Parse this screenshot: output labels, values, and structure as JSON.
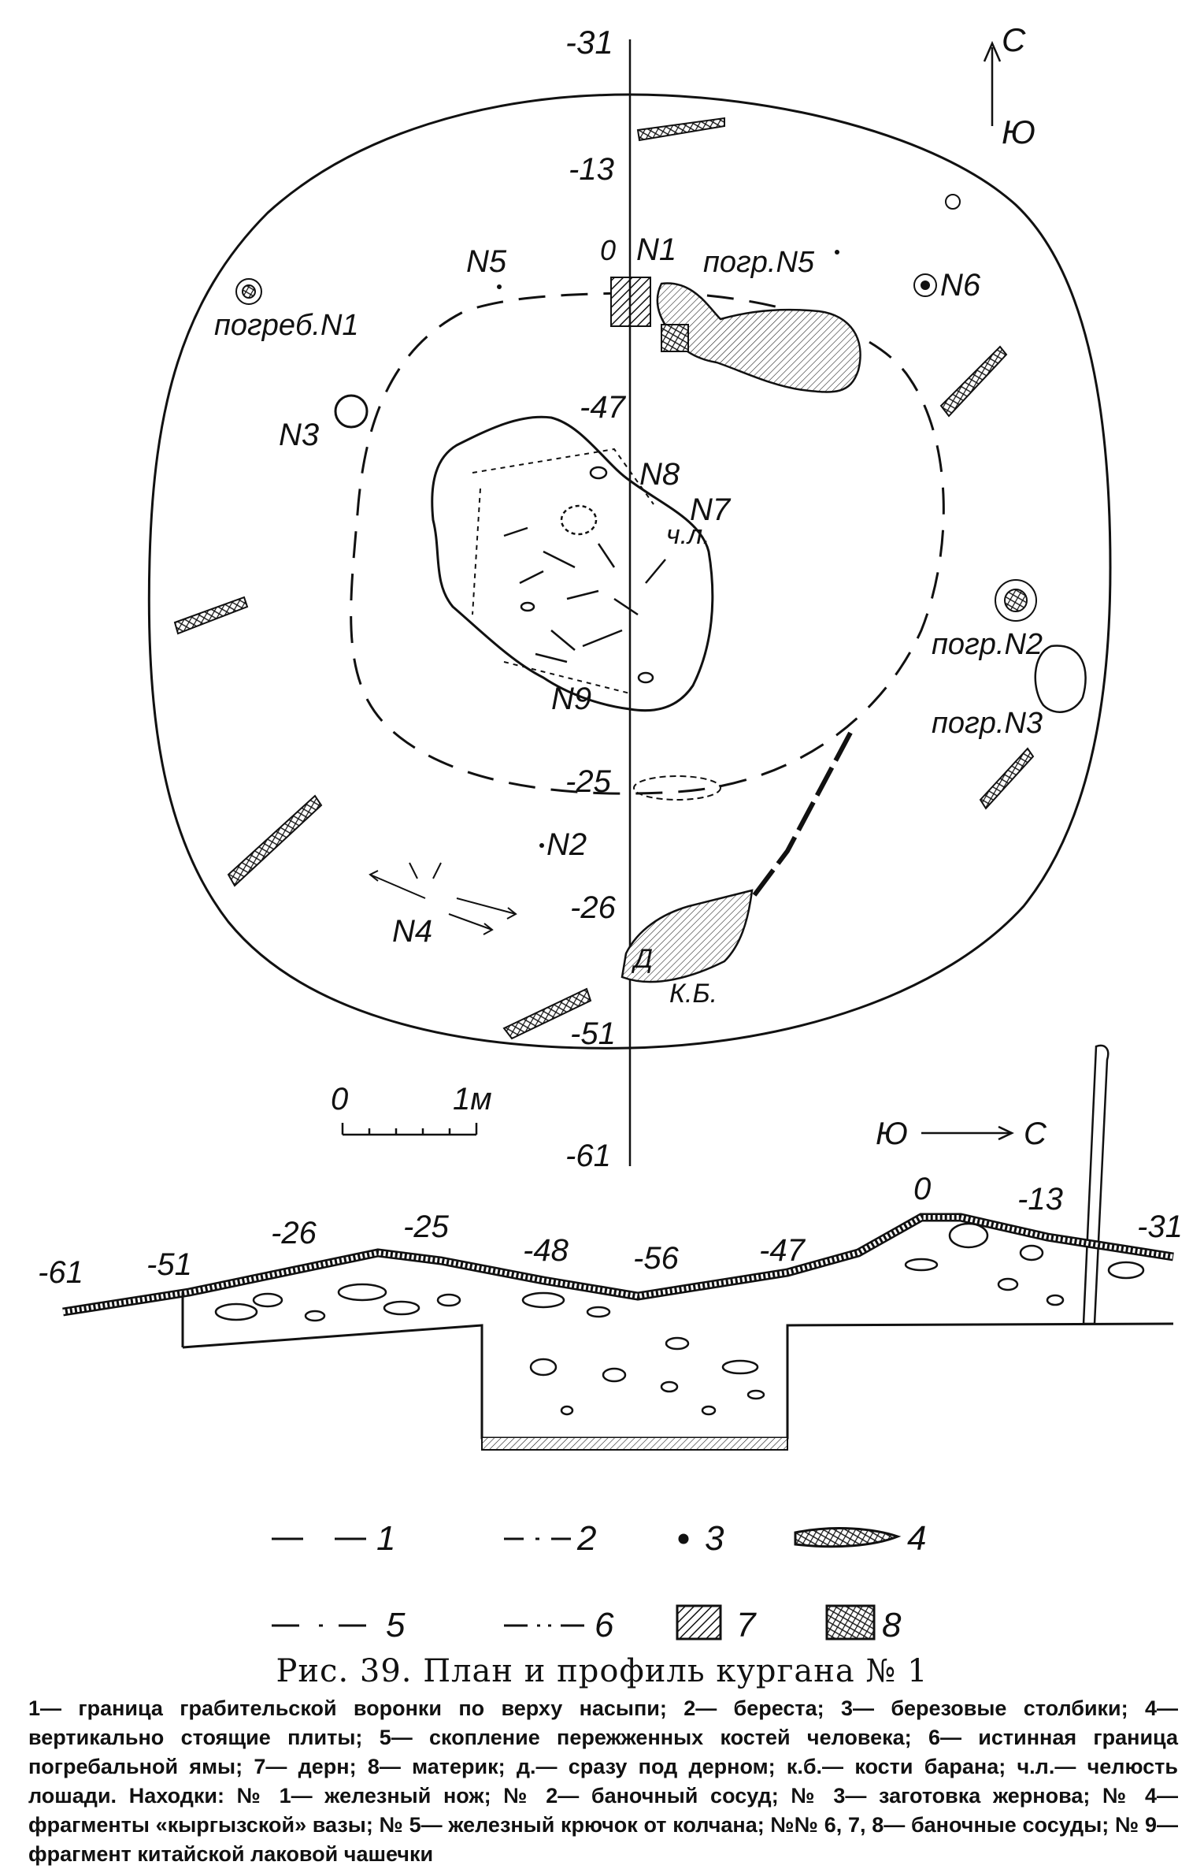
{
  "plan": {
    "axis_labels": {
      "top": "-31",
      "m13": "-13",
      "zero": "0",
      "m47": "-47",
      "m25": "-25",
      "m26": "-26",
      "m51": "-51",
      "m61": "-61"
    },
    "north": {
      "c": "С",
      "yu": "Ю"
    },
    "finds": {
      "n1": "N1",
      "n2": "N2",
      "n3": "N3",
      "n4": "N4",
      "n5": "N5",
      "n6": "N6",
      "n7": "N7",
      "n8": "N8",
      "n9": "N9"
    },
    "burials": {
      "b1": "погреб.N1",
      "b2": "погр.N2",
      "b3": "погр.N3",
      "b5": "погр.N5"
    },
    "marks": {
      "cl": "ч.л.",
      "d": "Д",
      "kb": "К.Б."
    },
    "scale": {
      "zero": "0",
      "one": "1м"
    }
  },
  "profile": {
    "direction": {
      "yu": "Ю",
      "c": "С"
    },
    "labels": [
      "-61",
      "-51",
      "-26",
      "-25",
      "-48",
      "-56",
      "-47",
      "0",
      "-13",
      "-31"
    ]
  },
  "legend": [
    "1",
    "2",
    "3",
    "4",
    "5",
    "6",
    "7",
    "8"
  ],
  "caption": {
    "title": "Рис. 39. План и профиль кургана № 1",
    "text": "1— граница грабительской воронки по верху насыпи; 2— береста; 3— березовые столбики; 4— вертикально стоящие плиты; 5— скопление пережженных костей человека; 6— истинная граница погребальной ямы; 7— дерн; 8— материк; д.— сразу под дерном; к.б.— кости барана; ч.л.— челюсть лошади. Находки: № 1— железный нож; № 2— баночный сосуд; № 3— заготовка жернова; № 4— фрагменты «кыргызской» вазы; № 5— железный крючок от колчана; №№ 6, 7, 8— баночные сосуды; № 9— фрагмент китайской лаковой чашечки"
  }
}
